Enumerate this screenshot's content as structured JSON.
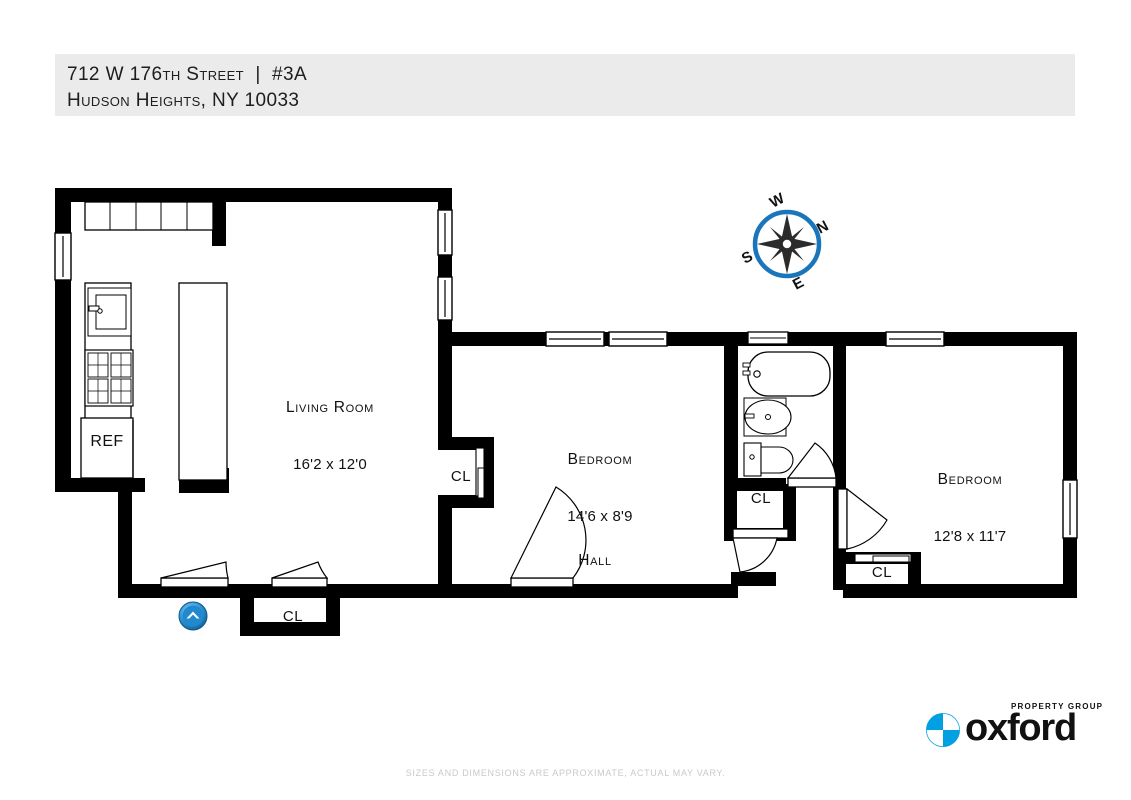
{
  "header": {
    "address_line1": "712 W 176th Street  |  #3A",
    "address_line2": "Hudson Heights, NY 10033",
    "band_color": "#ebebeb"
  },
  "plan": {
    "wall_color": "#000000",
    "floor_color": "#ffffff",
    "rooms": [
      {
        "id": "living-room",
        "name": "Living Room",
        "dimensions": "16'2 x 12'0"
      },
      {
        "id": "bedroom-1",
        "name": "Bedroom",
        "dimensions": "14'6 x 8'9"
      },
      {
        "id": "bedroom-2",
        "name": "Bedroom",
        "dimensions": "12'8 x 11'7"
      }
    ],
    "hall": {
      "name": "Hall"
    },
    "closets": [
      {
        "id": "closet-bedroom1",
        "label": "CL"
      },
      {
        "id": "closet-hall",
        "label": "CL"
      },
      {
        "id": "closet-entry",
        "label": "CL"
      },
      {
        "id": "closet-bedroom2",
        "label": "CL"
      }
    ],
    "appliances": [
      {
        "id": "refrigerator",
        "label": "REF"
      }
    ],
    "fixtures": [
      "bathtub",
      "bathroom-sink",
      "toilet",
      "kitchen-sink",
      "range"
    ]
  },
  "compass": {
    "north": "N",
    "east": "E",
    "south": "S",
    "west": "W",
    "ring_color": "#1b75bb"
  },
  "entry_marker": {
    "icon": "chevron-up-icon",
    "color": "#2389ce"
  },
  "logo": {
    "wordmark": "oxford",
    "tagline": "PROPERTY GROUP",
    "mark_color": "#00a0e3"
  },
  "disclaimer": {
    "text": "SIZES AND DIMENSIONS ARE APPROXIMATE, ACTUAL MAY VARY."
  }
}
